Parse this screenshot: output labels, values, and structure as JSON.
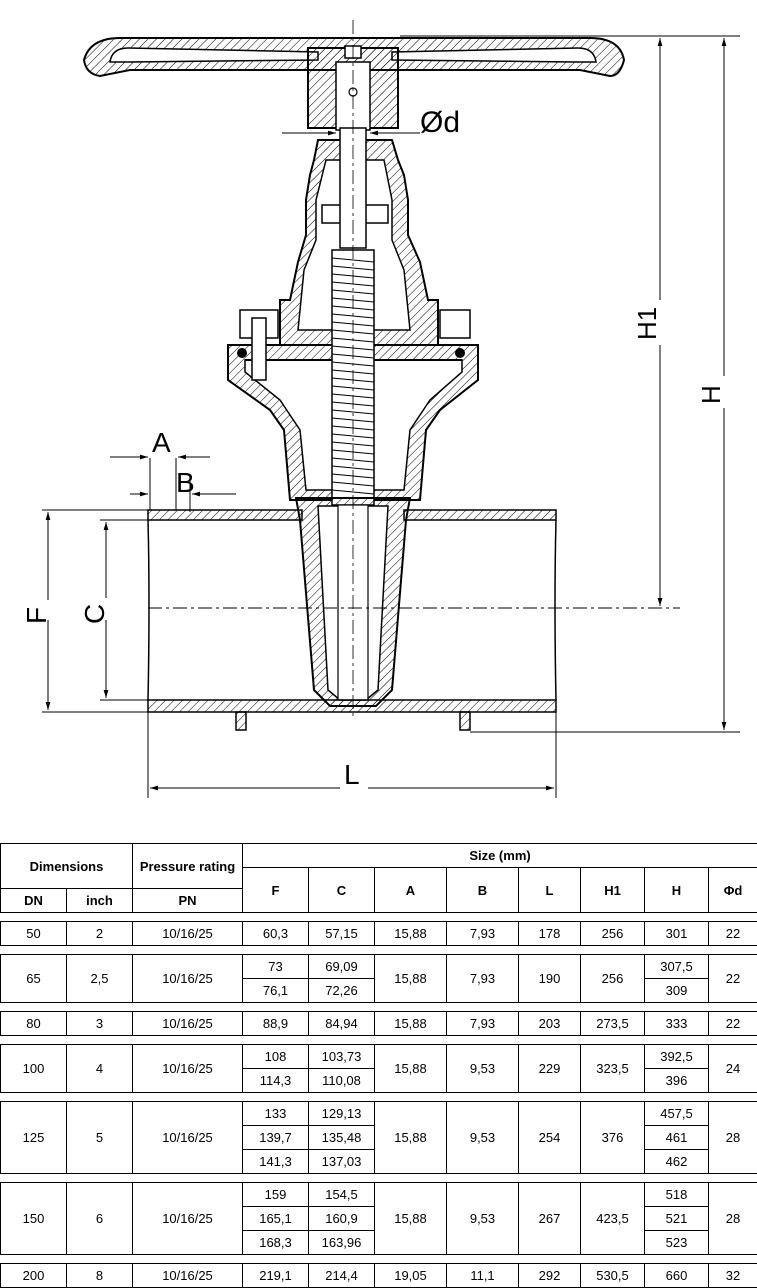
{
  "drawing": {
    "labels": {
      "d": "Ød",
      "A": "A",
      "B": "B",
      "F": "F",
      "C": "C",
      "L": "L",
      "H1": "H1",
      "H": "H"
    }
  },
  "table": {
    "header": {
      "dimensions": "Dimensions",
      "pressure": "Pressure rating",
      "size": "Size (mm)",
      "dn": "DN",
      "inch": "inch",
      "pn": "PN",
      "cols": [
        "F",
        "C",
        "A",
        "B",
        "L",
        "H1",
        "H",
        "Φd"
      ]
    },
    "rows": [
      {
        "dn": "50",
        "inch": "2",
        "pn": "10/16/25",
        "F": [
          "60,3"
        ],
        "C": [
          "57,15"
        ],
        "A": "15,88",
        "B": "7,93",
        "L": "178",
        "H1": "256",
        "H": [
          "301"
        ],
        "d": "22"
      },
      {
        "dn": "65",
        "inch": "2,5",
        "pn": "10/16/25",
        "F": [
          "73",
          "76,1"
        ],
        "C": [
          "69,09",
          "72,26"
        ],
        "A": "15,88",
        "B": "7,93",
        "L": "190",
        "H1": "256",
        "H": [
          "307,5",
          "309"
        ],
        "d": "22"
      },
      {
        "dn": "80",
        "inch": "3",
        "pn": "10/16/25",
        "F": [
          "88,9"
        ],
        "C": [
          "84,94"
        ],
        "A": "15,88",
        "B": "7,93",
        "L": "203",
        "H1": "273,5",
        "H": [
          "333"
        ],
        "d": "22"
      },
      {
        "dn": "100",
        "inch": "4",
        "pn": "10/16/25",
        "F": [
          "108",
          "114,3"
        ],
        "C": [
          "103,73",
          "110,08"
        ],
        "A": "15,88",
        "B": "9,53",
        "L": "229",
        "H1": "323,5",
        "H": [
          "392,5",
          "396"
        ],
        "d": "24"
      },
      {
        "dn": "125",
        "inch": "5",
        "pn": "10/16/25",
        "F": [
          "133",
          "139,7",
          "141,3"
        ],
        "C": [
          "129,13",
          "135,48",
          "137,03"
        ],
        "A": "15,88",
        "B": "9,53",
        "L": "254",
        "H1": "376",
        "H": [
          "457,5",
          "461",
          "462"
        ],
        "d": "28"
      },
      {
        "dn": "150",
        "inch": "6",
        "pn": "10/16/25",
        "F": [
          "159",
          "165,1",
          "168,3"
        ],
        "C": [
          "154,5",
          "160,9",
          "163,96"
        ],
        "A": "15,88",
        "B": "9,53",
        "L": "267",
        "H1": "423,5",
        "H": [
          "518",
          "521",
          "523"
        ],
        "d": "28"
      },
      {
        "dn": "200",
        "inch": "8",
        "pn": "10/16/25",
        "F": [
          "219,1"
        ],
        "C": [
          "214,4"
        ],
        "A": "19,05",
        "B": "11,1",
        "L": "292",
        "H1": "530,5",
        "H": [
          "660"
        ],
        "d": "32"
      }
    ]
  }
}
